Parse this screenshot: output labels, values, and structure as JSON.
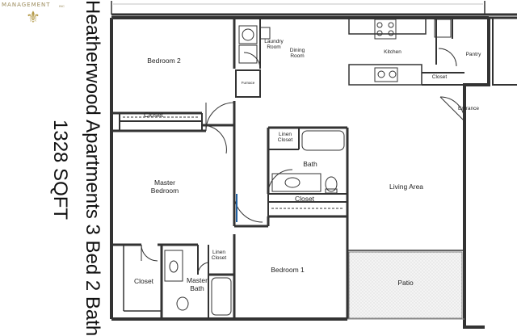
{
  "branding": {
    "company": "MANAGEMENT",
    "suffix": "INC"
  },
  "title": {
    "name": "Heatherwood Apartments 3 Bed 2 Bath",
    "size": "1328 SQFT"
  },
  "rooms": {
    "bedroom2": "Bedroom 2",
    "laundry": "Laundry\nRoom",
    "dining": "Dining\nRoom",
    "kitchen": "Kitchen",
    "pantry": "Pantry",
    "closet_kitchen": "Closet",
    "entrance": "Entrance",
    "furnace": "Furnace",
    "closet_bed2": "Closet",
    "linen_closet_top": "Linen\nCloset",
    "bath": "Bath",
    "closet_hall": "Closet",
    "master_bedroom": "Master\nBedroom",
    "living_area": "Living Area",
    "linen_closet_bottom": "Linen\nCloset",
    "closet_master": "Closet",
    "master_bath": "Master\nBath",
    "bedroom1": "Bedroom 1",
    "patio": "Patio"
  },
  "colors": {
    "wall": "#333333",
    "door_accent": "#2060a0",
    "logo_gold": "#b59b4a"
  }
}
